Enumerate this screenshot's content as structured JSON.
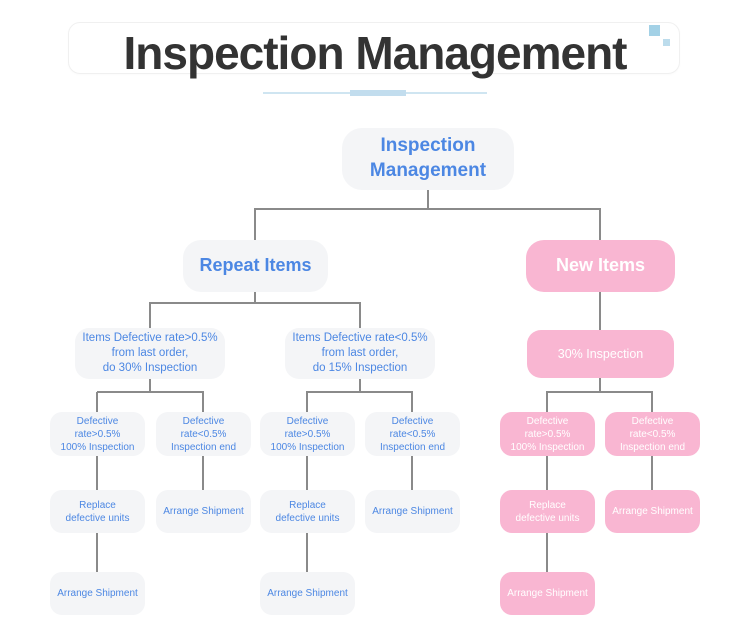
{
  "header": {
    "title": "Inspection Management",
    "underline_thin_color": "#cfe5f1",
    "underline_thick_color": "#c2ddee",
    "decor_square_big_color": "#a3d1e6",
    "decor_square_small_color": "#bcdcec"
  },
  "colors": {
    "accent_blue_text": "#4c87e3",
    "accent_pink": "#f9b6d2",
    "node_gray": "#f4f5f7",
    "connector_gray": "#8a8a8a",
    "title_dark": "#333333"
  },
  "flowchart": {
    "root": "Inspection\nManagement",
    "repeat_items": "Repeat Items",
    "new_items": "New Items",
    "repeat_high": "Items Defective rate>0.5%\nfrom last order,\ndo 30% Inspection",
    "repeat_low": "Items Defective rate<0.5%\nfrom last order,\ndo 15% Inspection",
    "new_inspection": "30% Inspection",
    "rh_defect_high": "Defective rate>0.5%\n100% Inspection",
    "rh_defect_low": "Defective rate<0.5%\nInspection end",
    "rl_defect_high": "Defective rate>0.5%\n100% Inspection",
    "rl_defect_low": "Defective rate<0.5%\nInspection end",
    "ni_defect_high": "Defective rate>0.5%\n100% Inspection",
    "ni_defect_low": "Defective rate<0.5%\nInspection end",
    "rh_replace": "Replace\ndefective units",
    "rh_ship": "Arrange Shipment",
    "rl_replace": "Replace\ndefective units",
    "rl_ship": "Arrange Shipment",
    "ni_replace": "Replace\ndefective units",
    "ni_ship": "Arrange Shipment",
    "rh_final": "Arrange Shipment",
    "rl_final": "Arrange Shipment",
    "ni_final": "Arrange Shipment"
  }
}
